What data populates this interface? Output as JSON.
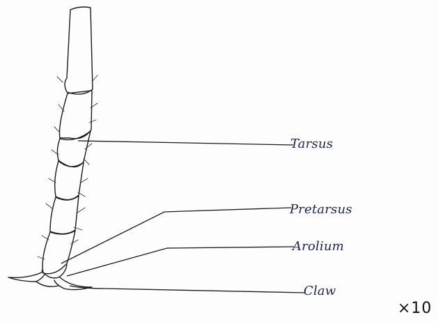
{
  "labels": {
    "tarsus": "Tarsus",
    "pretarsus": "Pretarsus",
    "arolium": "Arolium",
    "claw": "Claw"
  },
  "magnification": "×10",
  "colors": {
    "ink": "#1a1a1a",
    "label_ink": "#1a2358",
    "paper": "#fdfdfd"
  }
}
